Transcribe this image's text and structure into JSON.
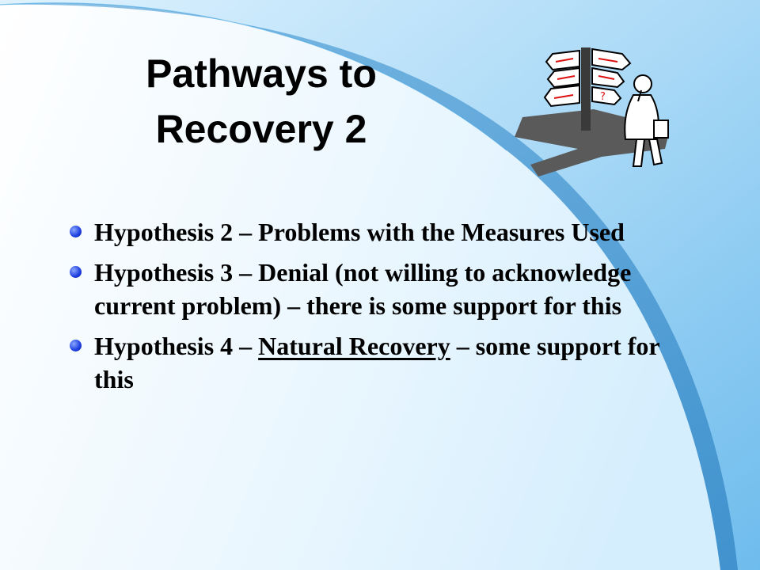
{
  "slide": {
    "title_lines": [
      "Pathways to",
      "Recovery 2"
    ],
    "bullets": [
      {
        "parts": [
          "Hypothesis 2 – Problems with the Measures Used"
        ]
      },
      {
        "parts": [
          "Hypothesis 3 – Denial (not willing to acknowledge current problem) – there is some support for this"
        ]
      },
      {
        "parts": [
          "Hypothesis 4 – ",
          "Natural Recovery",
          " – some support for this"
        ],
        "underlined_part": "Natural Recovery"
      }
    ]
  },
  "clipart": {
    "icon": "signpost-person-icon"
  },
  "colors": {
    "background_top": "#ffffff",
    "background_light": "#dff2fe",
    "swoosh_light": "#bfe4fb",
    "swoosh_mid": "#7cc2ef",
    "swoosh_dark": "#3f9fdb",
    "bullet": "#1c3dde",
    "text": "#000000"
  }
}
